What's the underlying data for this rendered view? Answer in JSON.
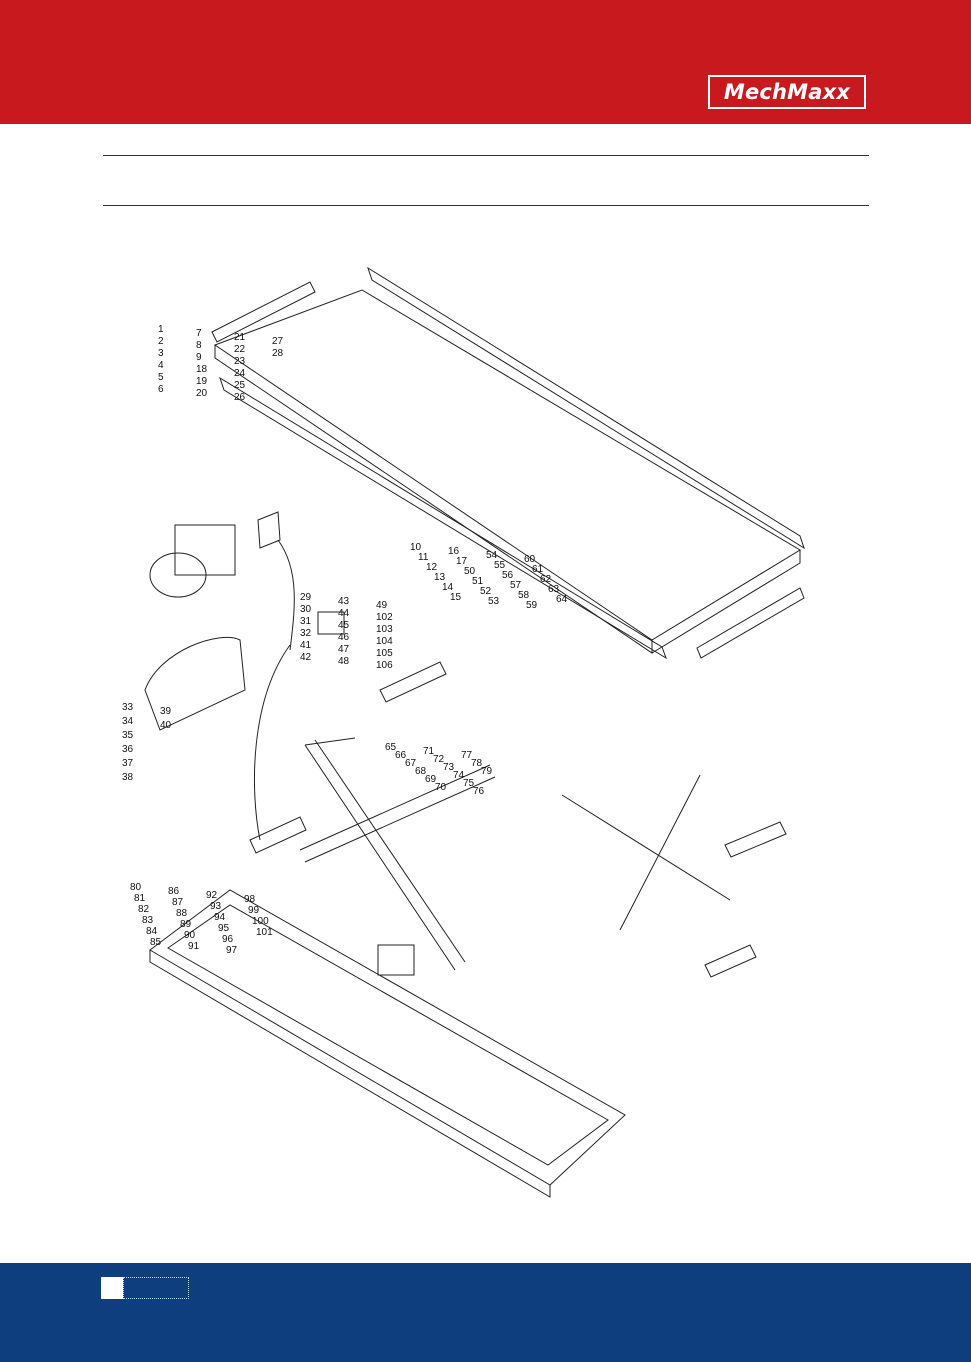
{
  "brand": {
    "logo_text": "MechMaxx"
  },
  "diagram": {
    "labels_left_upper": [
      "1",
      "2",
      "3",
      "4",
      "5",
      "6",
      "7",
      "8",
      "9",
      "18",
      "19",
      "20",
      "21",
      "22",
      "23",
      "24",
      "25",
      "26",
      "27",
      "28"
    ],
    "labels_middle": [
      "29",
      "30",
      "31",
      "32",
      "41",
      "42",
      "43",
      "44",
      "45",
      "46",
      "47",
      "48",
      "49",
      "102",
      "103",
      "104",
      "105",
      "106"
    ],
    "labels_right_upper": [
      "10",
      "11",
      "12",
      "13",
      "14",
      "15",
      "16",
      "17",
      "50",
      "51",
      "52",
      "53",
      "54",
      "55",
      "56",
      "57",
      "58",
      "59",
      "60",
      "61",
      "62",
      "63",
      "64"
    ],
    "labels_cover": [
      "33",
      "34",
      "35",
      "36",
      "37",
      "38",
      "39",
      "40"
    ],
    "labels_arms": [
      "65",
      "66",
      "67",
      "68",
      "69",
      "70",
      "71",
      "72",
      "73",
      "74",
      "75",
      "76",
      "77",
      "78",
      "79"
    ],
    "labels_base": [
      "80",
      "81",
      "82",
      "83",
      "84",
      "85",
      "86",
      "87",
      "88",
      "89",
      "90",
      "91",
      "92",
      "93",
      "94",
      "95",
      "96",
      "97",
      "98",
      "99",
      "100",
      "101"
    ]
  },
  "footer": {
    "page_number": ""
  }
}
